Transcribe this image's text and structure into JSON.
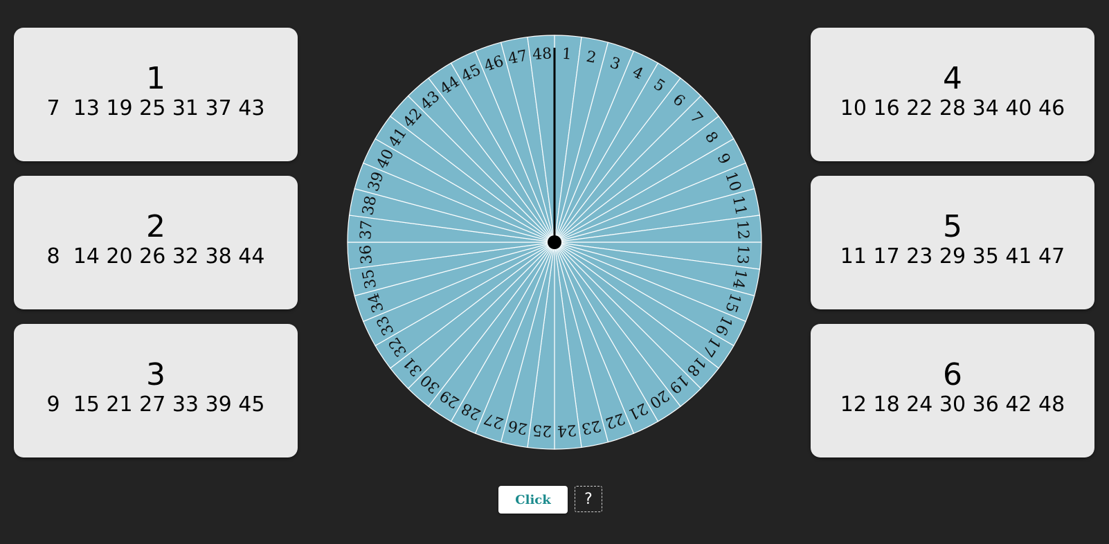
{
  "groups": [
    {
      "number": "1",
      "members": "7  13 19 25 31 37 43"
    },
    {
      "number": "2",
      "members": "8  14 20 26 32 38 44"
    },
    {
      "number": "3",
      "members": "9  15 21 27 33 39 45"
    },
    {
      "number": "4",
      "members": "10 16 22 28 34 40 46"
    },
    {
      "number": "5",
      "members": "11 17 23 29 35 41 47"
    },
    {
      "number": "6",
      "members": "12 18 24 30 36 42 48"
    }
  ],
  "wheel": {
    "segment_count": 48,
    "labels": [
      "1",
      "2",
      "3",
      "4",
      "5",
      "6",
      "7",
      "8",
      "9",
      "10",
      "11",
      "12",
      "13",
      "14",
      "15",
      "16",
      "17",
      "18",
      "19",
      "20",
      "21",
      "22",
      "23",
      "24",
      "25",
      "26",
      "27",
      "28",
      "29",
      "30",
      "31",
      "32",
      "33",
      "34",
      "35",
      "36",
      "37",
      "38",
      "39",
      "40",
      "41",
      "42",
      "43",
      "44",
      "45",
      "46",
      "47",
      "48"
    ],
    "pointer_at": "1",
    "colors": {
      "fill": "#7ab8cb",
      "divider": "#ffffff",
      "label": "#111111",
      "pointer": "#000000"
    }
  },
  "controls": {
    "click_label": "Click",
    "help_label": "?"
  }
}
